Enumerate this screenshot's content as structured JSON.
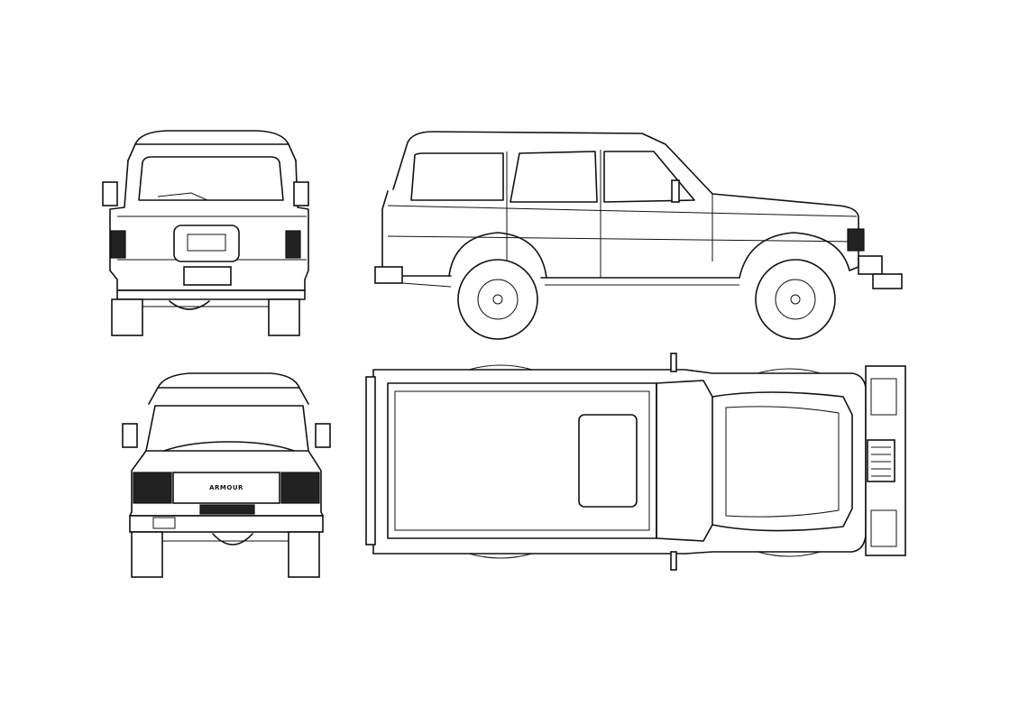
{
  "blueprint": {
    "background": "#ffffff",
    "line_color": "#111111",
    "views": [
      {
        "id": "rear",
        "icon": "rear-view"
      },
      {
        "id": "side",
        "icon": "side-view"
      },
      {
        "id": "front",
        "icon": "front-view"
      },
      {
        "id": "top",
        "icon": "top-view"
      }
    ],
    "front_badge": "ARMOUR"
  }
}
